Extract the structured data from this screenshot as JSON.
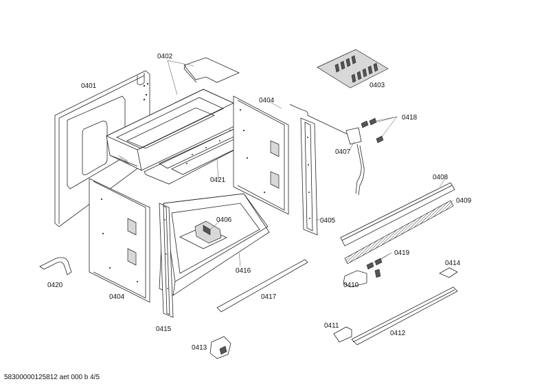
{
  "labels": [
    {
      "id": "0401",
      "text": "0401"
    },
    {
      "id": "0402",
      "text": "0402"
    },
    {
      "id": "0403",
      "text": "0403"
    },
    {
      "id": "0404a",
      "text": "0404"
    },
    {
      "id": "0404b",
      "text": "0404"
    },
    {
      "id": "0405",
      "text": "0405"
    },
    {
      "id": "0406",
      "text": "0406"
    },
    {
      "id": "0407",
      "text": "0407"
    },
    {
      "id": "0408",
      "text": "0408"
    },
    {
      "id": "0409",
      "text": "0409"
    },
    {
      "id": "0410",
      "text": "0410"
    },
    {
      "id": "0411",
      "text": "0411"
    },
    {
      "id": "0412",
      "text": "0412"
    },
    {
      "id": "0413",
      "text": "0413"
    },
    {
      "id": "0414",
      "text": "0414"
    },
    {
      "id": "0415",
      "text": "0415"
    },
    {
      "id": "0416",
      "text": "0416"
    },
    {
      "id": "0417",
      "text": "0417"
    },
    {
      "id": "0418",
      "text": "0418"
    },
    {
      "id": "0419",
      "text": "0419"
    },
    {
      "id": "0420",
      "text": "0420"
    },
    {
      "id": "0421",
      "text": "0421"
    }
  ],
  "footer": "58300000125812 aet 000 b 4/5"
}
